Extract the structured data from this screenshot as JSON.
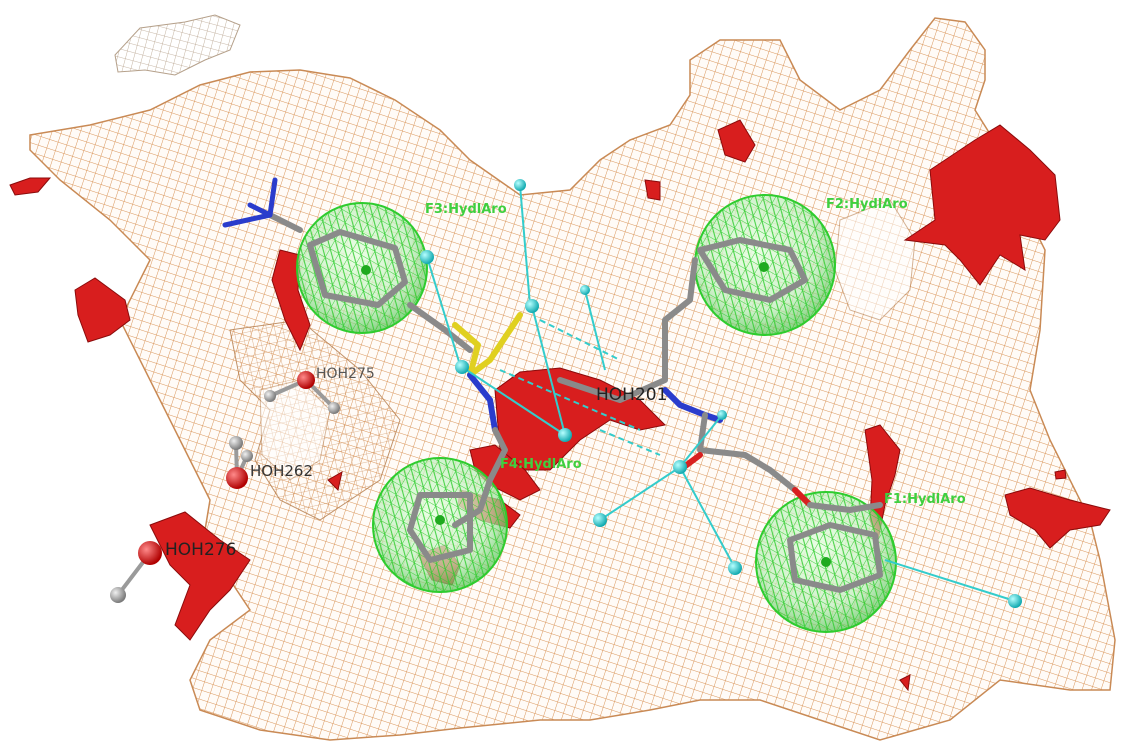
{
  "colors": {
    "background": "#ffffff",
    "surface_mesh": "#d9955a",
    "feature_sphere": "#2ecc2e",
    "feature_label": "#3fcf3f",
    "water_label": "#333333",
    "hbond_vector": "#33cccc",
    "red_surface": "#d81e1e",
    "carbon": "#8a8a8a",
    "nitrogen": "#2a3ccc",
    "sulfur": "#e0d020",
    "oxygen": "#d82020"
  },
  "features": [
    {
      "label": "F3:HydlAro"
    },
    {
      "label": "F2:HydlAro"
    },
    {
      "label": "F1:HydlAro"
    },
    {
      "label": "F4:HydlAro"
    }
  ],
  "waters": [
    {
      "label": "HOH275"
    },
    {
      "label": "HOH262"
    },
    {
      "label": "HOH276"
    },
    {
      "label": "HOH201"
    }
  ]
}
